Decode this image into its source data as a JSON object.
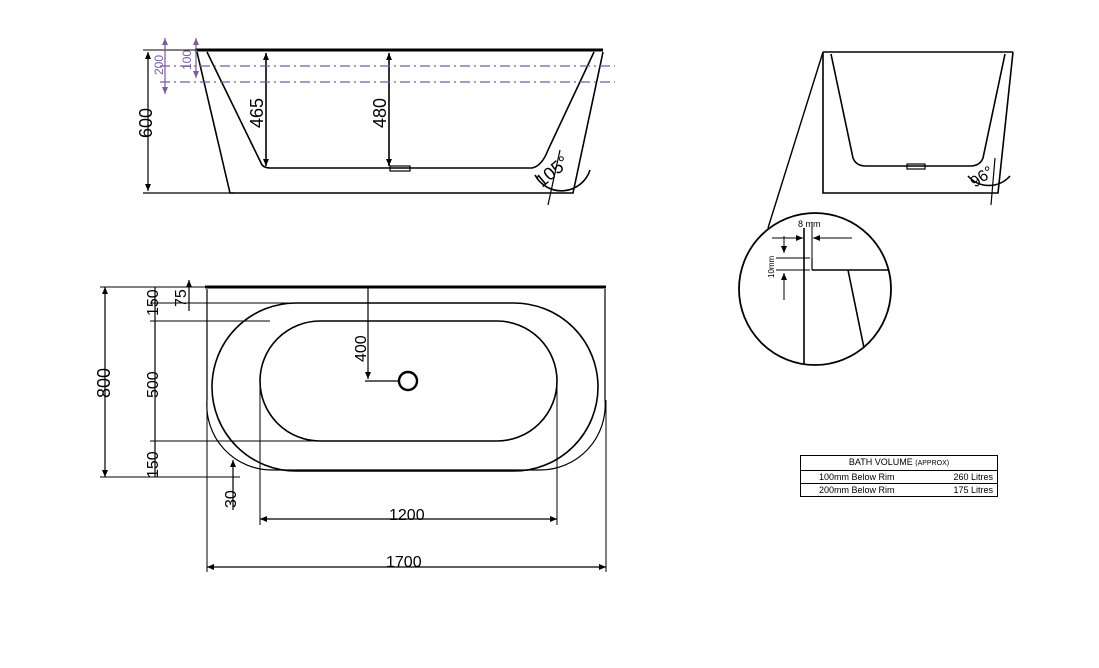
{
  "side_elevation": {
    "overall_height": "600",
    "inner_depth_left": "465",
    "inner_depth_center": "480",
    "rim_angle": "105°",
    "water_level_200": "200",
    "water_level_100": "100"
  },
  "end_elevation": {
    "rim_angle": "96°"
  },
  "detail": {
    "width_label": "8 mm",
    "height_label": "10mm"
  },
  "plan": {
    "overall_width": "800",
    "top_offset": "150",
    "inner_width": "500",
    "bottom_offset": "150",
    "rim_offset": "75",
    "waste_position": "400",
    "base_gap": "30",
    "inner_length": "1200",
    "overall_length": "1700"
  },
  "volume_table": {
    "title": "BATH VOLUME",
    "title_note": "(APPROX)",
    "rows": [
      {
        "level": "100mm Below Rim",
        "volume": "260 Litres"
      },
      {
        "level": "200mm Below Rim",
        "volume": "175 Litres"
      }
    ]
  }
}
